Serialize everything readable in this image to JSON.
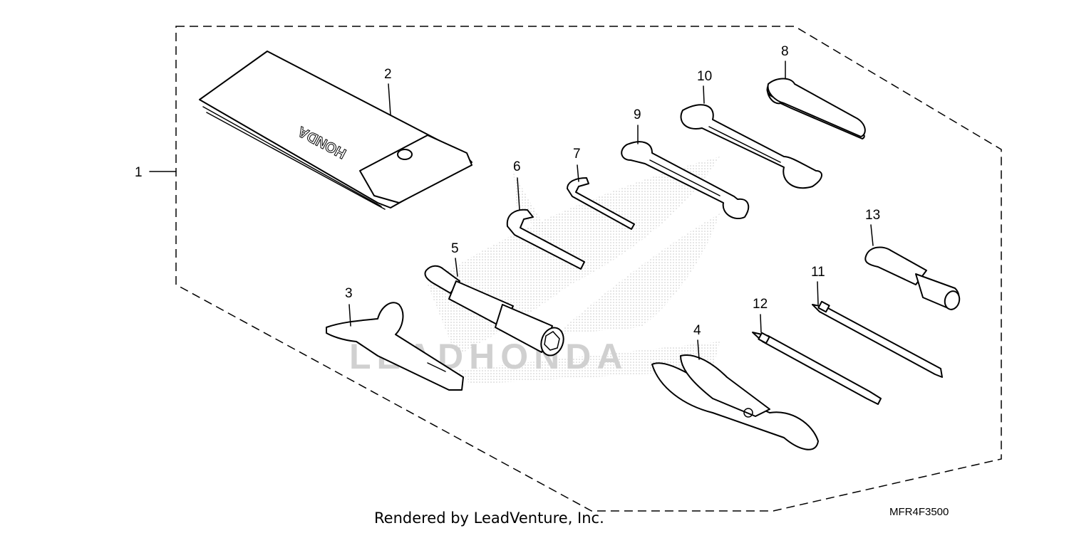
{
  "diagram": {
    "callouts": [
      {
        "id": "1",
        "label": "1"
      },
      {
        "id": "2",
        "label": "2"
      },
      {
        "id": "3",
        "label": "3"
      },
      {
        "id": "4",
        "label": "4"
      },
      {
        "id": "5",
        "label": "5"
      },
      {
        "id": "6",
        "label": "6"
      },
      {
        "id": "7",
        "label": "7"
      },
      {
        "id": "8",
        "label": "8"
      },
      {
        "id": "9",
        "label": "9"
      },
      {
        "id": "10",
        "label": "10"
      },
      {
        "id": "11",
        "label": "11"
      },
      {
        "id": "12",
        "label": "12"
      },
      {
        "id": "13",
        "label": "13"
      }
    ],
    "bag_brand_text": "HONDA",
    "watermark_text": "LEADHONDA",
    "footer_text": "Rendered by LeadVenture, Inc.",
    "diagram_code": "MFR4F3500"
  },
  "colors": {
    "line": "#000000",
    "background": "#ffffff",
    "watermark": "#c8c8c8"
  }
}
